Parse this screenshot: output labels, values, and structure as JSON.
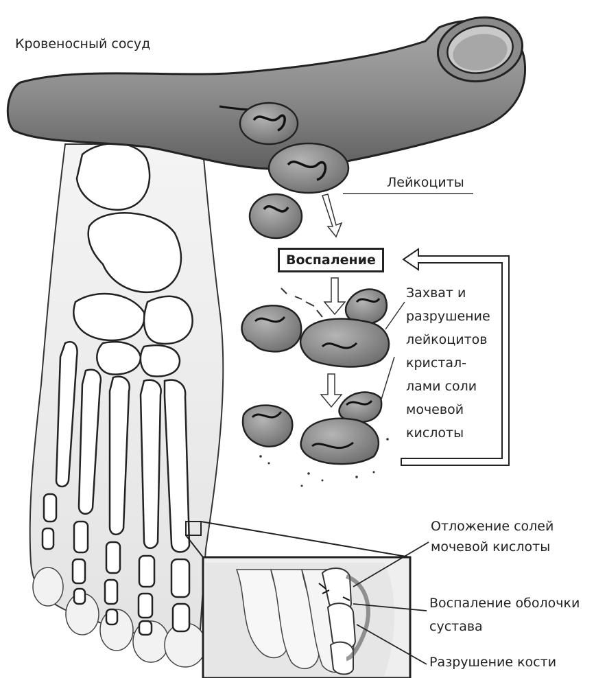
{
  "labels": {
    "vessel": "Кровеносный сосуд",
    "leukocytes": "Лейкоциты",
    "inflammation": "Воспаление",
    "capture_lines": [
      "Захват и",
      "разрушение",
      "лейкоцитов",
      "кристал-",
      "лами соли",
      "мочевой",
      "кислоты"
    ],
    "deposit_lines": [
      "Отложение солей",
      "мочевой кислоты"
    ],
    "capsule_lines": [
      "Воспаление оболочки",
      "сустава"
    ],
    "bone_destruction": "Разрушение кости"
  }
}
